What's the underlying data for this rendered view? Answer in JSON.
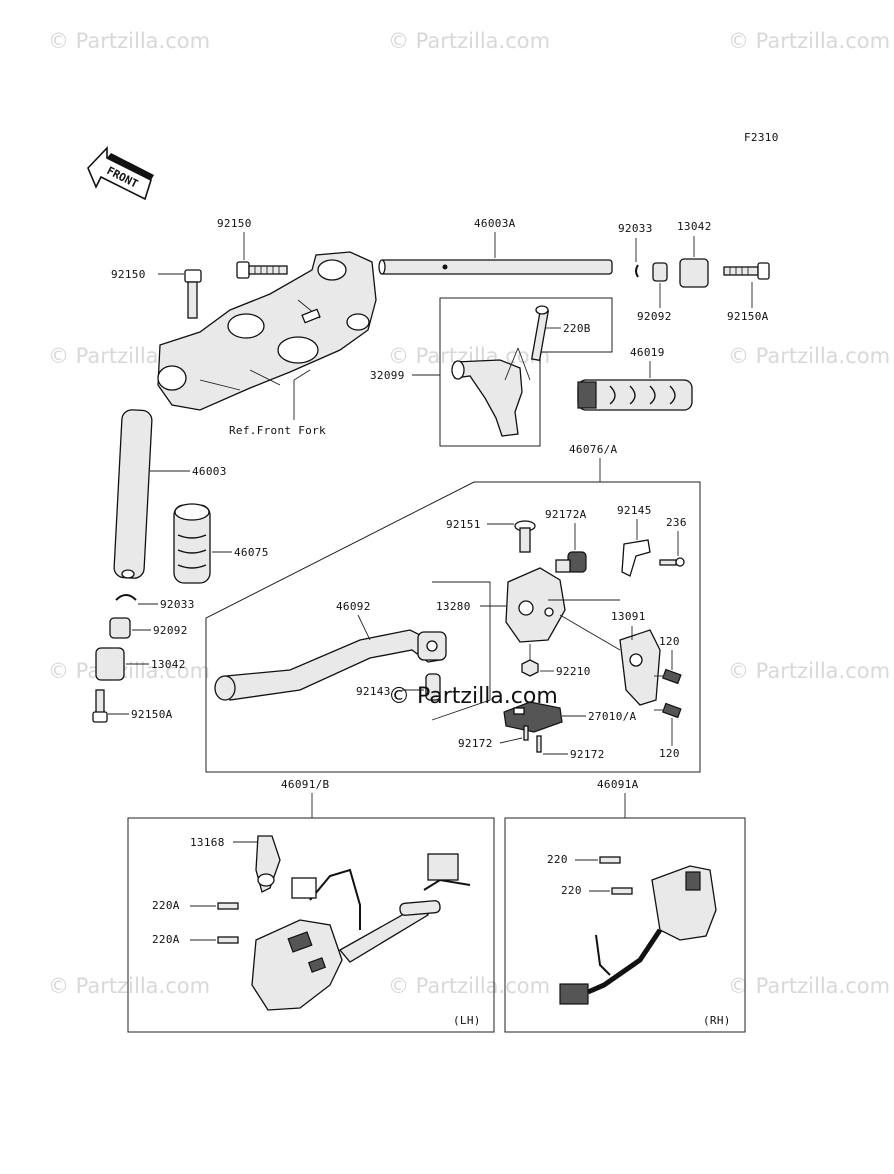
{
  "diagram_code": "F2310",
  "front_arrow_label": "FRONT",
  "ref_label": "Ref.Front Fork",
  "watermark_text": "© Partzilla.com",
  "center_watermark_text": "© Partzilla.com",
  "side_labels": {
    "lh": "(LH)",
    "rh": "(RH)"
  },
  "parts": {
    "p92150_top": "92150",
    "p92150_left": "92150",
    "p46003A": "46003A",
    "p92033_top": "92033",
    "p13042_top": "13042",
    "p92092_top": "92092",
    "p92150A_top": "92150A",
    "p220B": "220B",
    "p32099": "32099",
    "p46019": "46019",
    "p46003": "46003",
    "p46076": "46076/A",
    "p46075": "46075",
    "p92151": "92151",
    "p92172A": "92172A",
    "p92145": "92145",
    "p236": "236",
    "p92033_left": "92033",
    "p46092": "46092",
    "p13280": "13280",
    "p13091": "13091",
    "p92092_left": "92092",
    "p120_a": "120",
    "p13042_left": "13042",
    "p92210": "92210",
    "p92143": "92143",
    "p92150A_left": "92150A",
    "p27010": "27010/A",
    "p92172_a": "92172",
    "p92172_b": "92172",
    "p120_b": "120",
    "p46091B": "46091/B",
    "p46091A": "46091A",
    "p13168": "13168",
    "p220_a": "220",
    "p220_b": "220",
    "p220A_a": "220A",
    "p220A_b": "220A"
  }
}
